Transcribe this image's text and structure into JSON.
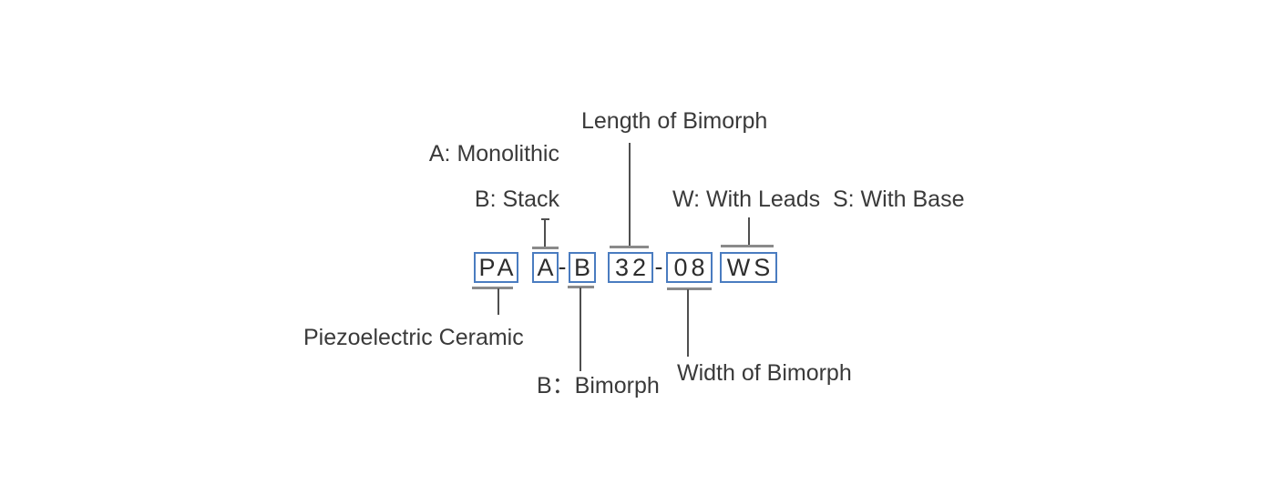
{
  "part_code": {
    "segments": [
      {
        "text": "PA"
      },
      {
        "text": "A"
      },
      {
        "text": "B"
      },
      {
        "text": "32"
      },
      {
        "text": "08"
      },
      {
        "text": "WS"
      }
    ],
    "separators": [
      "-",
      "-"
    ]
  },
  "labels": {
    "length_of_bimorph": "Length of Bimorph",
    "a_monolithic": "A: Monolithic",
    "b_stack": "B: Stack",
    "w_with_leads_s_with_base": "W: With Leads  S: With Base",
    "piezoelectric_ceramic": "Piezoelectric Ceramic",
    "b_bimorph": "B：Bimorph",
    "width_of_bimorph": "Width of Bimorph"
  },
  "colors": {
    "box_border": "#4a7cc0",
    "connector_bar": "#8a8a8a",
    "connector_line": "#4f4f4f",
    "label_text": "#3a3a3a",
    "code_text": "#2d2d2d",
    "background": "#ffffff"
  }
}
